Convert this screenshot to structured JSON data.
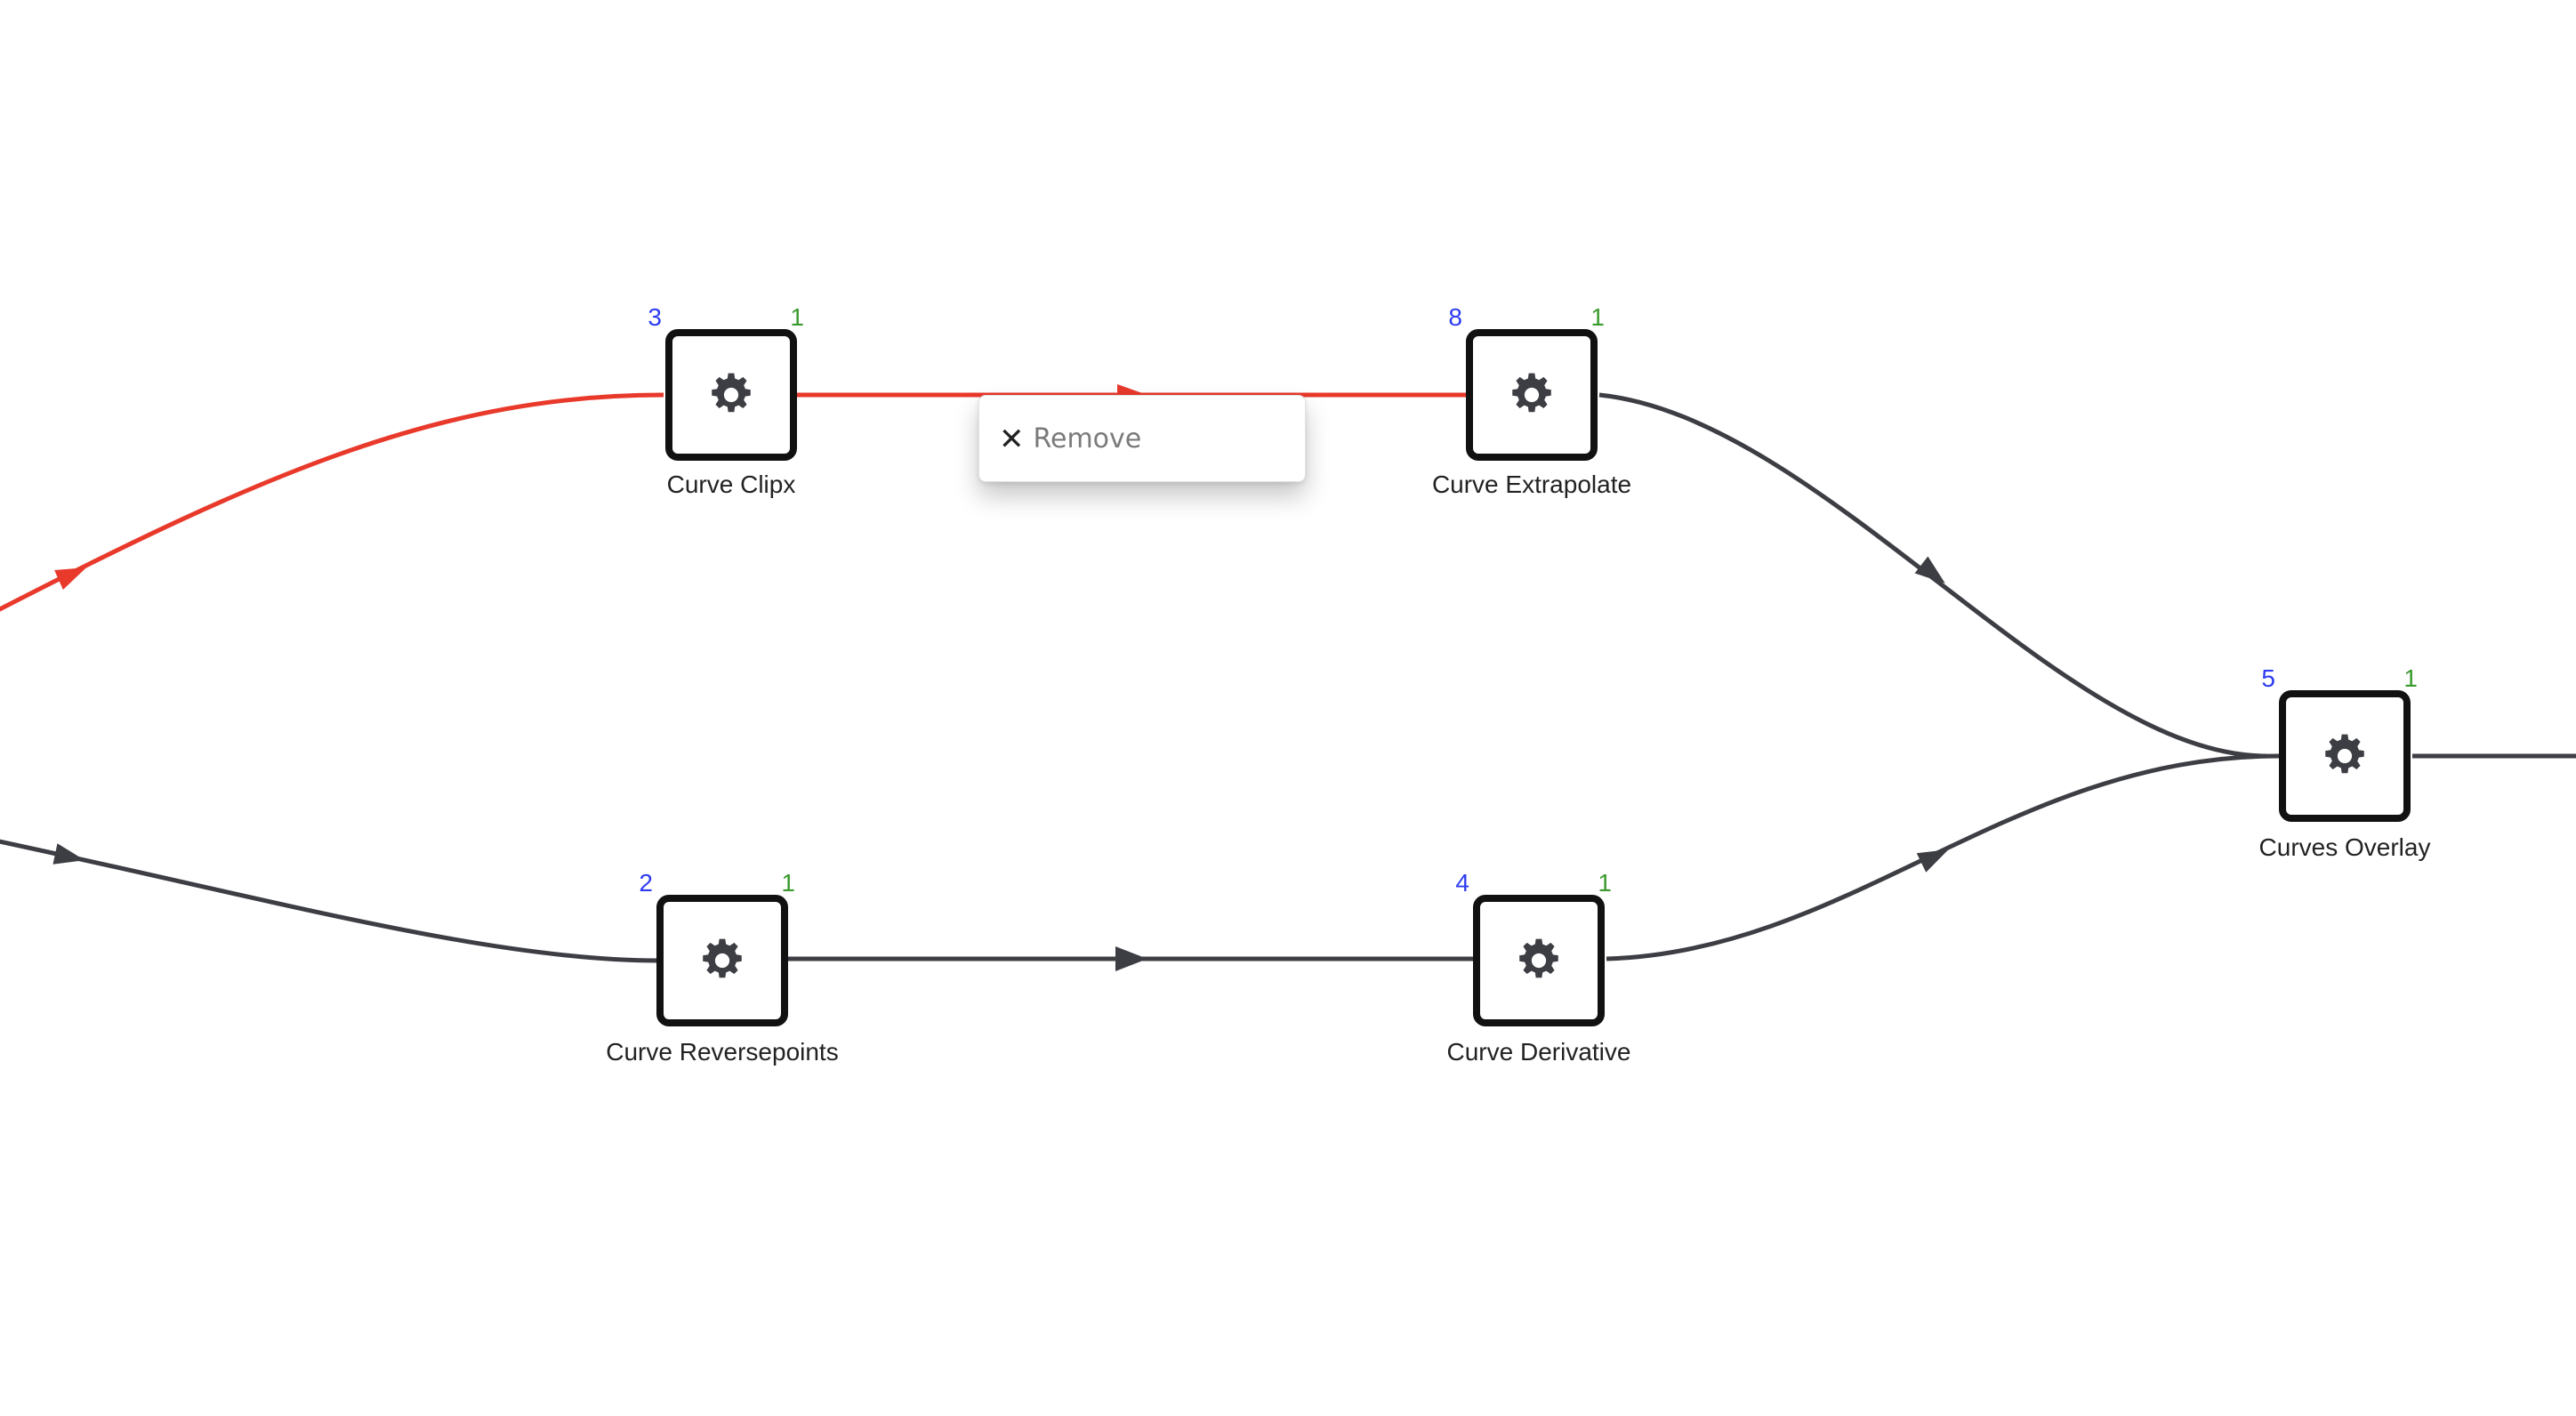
{
  "colors": {
    "edge": "#3d3e44",
    "edge_selected": "#e8392b",
    "input_count": "#2d3cf0",
    "output_count": "#3a9a2e",
    "node_border": "#111111",
    "gear": "#3d3e44",
    "label": "#222222"
  },
  "nodes": [
    {
      "id": "clipx",
      "label": "Curve Clipx",
      "in": "3",
      "out": "1",
      "icon": "gear-icon"
    },
    {
      "id": "extrapolate",
      "label": "Curve Extrapolate",
      "in": "8",
      "out": "1",
      "icon": "gear-icon"
    },
    {
      "id": "reversepoints",
      "label": "Curve Reversepoints",
      "in": "2",
      "out": "1",
      "icon": "gear-icon"
    },
    {
      "id": "derivative",
      "label": "Curve Derivative",
      "in": "4",
      "out": "1",
      "icon": "gear-icon"
    },
    {
      "id": "overlay",
      "label": "Curves Overlay",
      "in": "5",
      "out": "1",
      "icon": "gear-icon"
    }
  ],
  "context_menu": {
    "remove_label": "Remove",
    "remove_icon": "close-icon"
  }
}
